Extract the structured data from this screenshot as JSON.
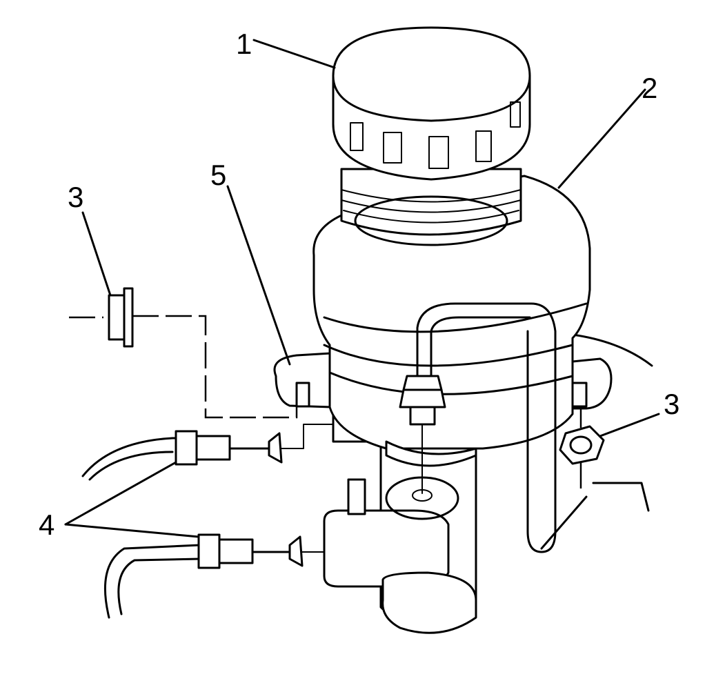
{
  "callouts": {
    "label_1": "1",
    "label_2": "2",
    "label_3_left": "3",
    "label_3_right": "3",
    "label_4": "4",
    "label_5": "5"
  },
  "colors": {
    "ink": "#000000",
    "paper": "#ffffff"
  }
}
